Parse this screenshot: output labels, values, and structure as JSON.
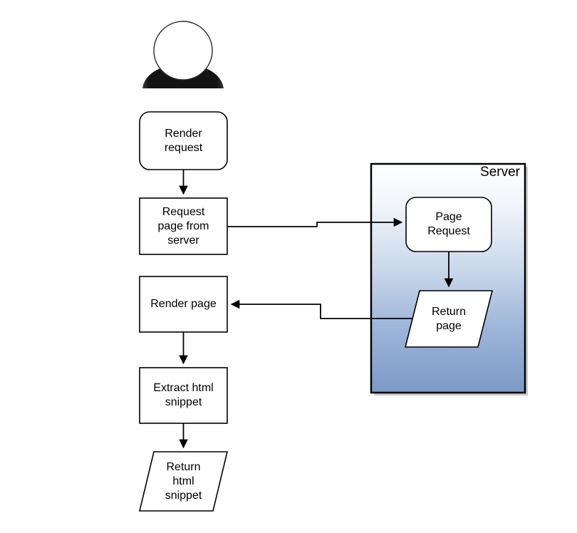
{
  "diagram": {
    "type": "flowchart",
    "title": "",
    "background_color": "#ffffff",
    "stroke_color": "#000000",
    "node_fill": "#ffffff"
  },
  "actor": {
    "name": "user-actor",
    "head_fill": "#ffffff",
    "body_fill": "#111111"
  },
  "container": {
    "label": "Server",
    "gradient_top": "#ffffff",
    "gradient_bottom": "#7b9ac8",
    "border_color": "#000000",
    "shadow_color": "#b3b3b3"
  },
  "nodes": [
    {
      "id": "render-request",
      "label": "Render\nrequest",
      "shape": "rounded-rect"
    },
    {
      "id": "request-page",
      "label": "Request\npage from\nserver",
      "shape": "rect"
    },
    {
      "id": "render-page",
      "label": "Render page",
      "shape": "rect"
    },
    {
      "id": "extract-html",
      "label": "Extract html\nsnippet",
      "shape": "rect"
    },
    {
      "id": "return-html",
      "label": "Return\nhtml\nsnippet",
      "shape": "parallelogram"
    },
    {
      "id": "page-request",
      "label": "Page\nRequest",
      "shape": "rounded-rect"
    },
    {
      "id": "return-page",
      "label": "Return\npage",
      "shape": "parallelogram"
    }
  ],
  "edges": [
    {
      "id": "e1",
      "from": "render-request",
      "to": "request-page",
      "label": "",
      "direction": "down"
    },
    {
      "id": "e2",
      "from": "request-page",
      "to": "page-request",
      "label": "",
      "direction": "right"
    },
    {
      "id": "e3",
      "from": "page-request",
      "to": "return-page",
      "label": "",
      "direction": "down"
    },
    {
      "id": "e4",
      "from": "return-page",
      "to": "render-page",
      "label": "",
      "direction": "left"
    },
    {
      "id": "e5",
      "from": "render-page",
      "to": "extract-html",
      "label": "",
      "direction": "down"
    },
    {
      "id": "e6",
      "from": "extract-html",
      "to": "return-html",
      "label": "",
      "direction": "down"
    }
  ]
}
